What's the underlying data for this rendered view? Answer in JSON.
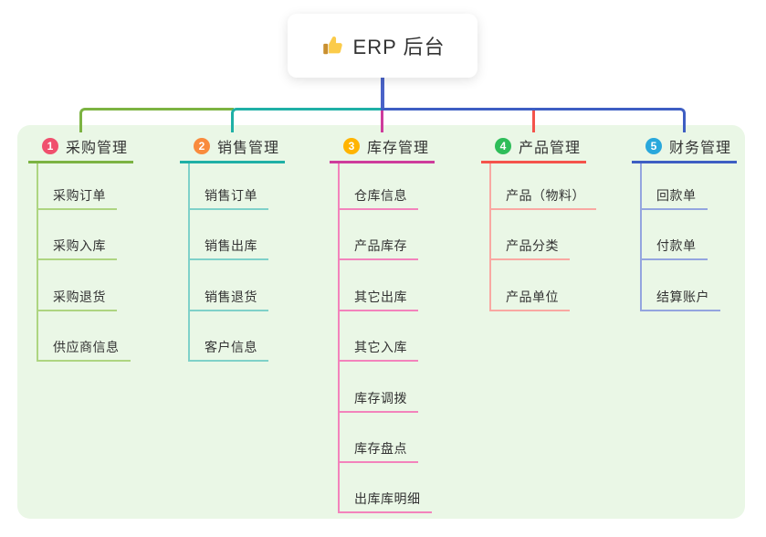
{
  "root": {
    "icon": "thumbs-up",
    "label": "ERP 后台"
  },
  "branches": [
    {
      "number": "1",
      "label": "采购管理",
      "badge_color": "#F0506E",
      "line_color": "#7CB342",
      "child_line_color": "#AED581",
      "children": [
        "采购订单",
        "采购入库",
        "采购退货",
        "供应商信息"
      ]
    },
    {
      "number": "2",
      "label": "销售管理",
      "badge_color": "#F98B3D",
      "line_color": "#1FB0A6",
      "child_line_color": "#7FD1C9",
      "children": [
        "销售订单",
        "销售出库",
        "销售退货",
        "客户信息"
      ]
    },
    {
      "number": "3",
      "label": "库存管理",
      "badge_color": "#FFB400",
      "line_color": "#CE3C9C",
      "child_line_color": "#F383BC",
      "children": [
        "仓库信息",
        "产品库存",
        "其它出库",
        "其它入库",
        "库存调拨",
        "库存盘点",
        "出库库明细"
      ]
    },
    {
      "number": "4",
      "label": "产品管理",
      "badge_color": "#2EBD59",
      "line_color": "#F4534B",
      "child_line_color": "#F9A8A2",
      "children": [
        "产品（物料）",
        "产品分类",
        "产品单位"
      ]
    },
    {
      "number": "5",
      "label": "财务管理",
      "badge_color": "#29A8DC",
      "line_color": "#3E5EC3",
      "child_line_color": "#94A5DF",
      "children": [
        "回款单",
        "付款单",
        "结算账户"
      ]
    }
  ],
  "colors": {
    "panel_bg": "#EAF7E6",
    "root_line": "#4A63C8",
    "text": "#333333",
    "card_bg": "#FFFFFF",
    "icon_hand": "#FBCB4A",
    "icon_cuff": "#C98F2F"
  }
}
